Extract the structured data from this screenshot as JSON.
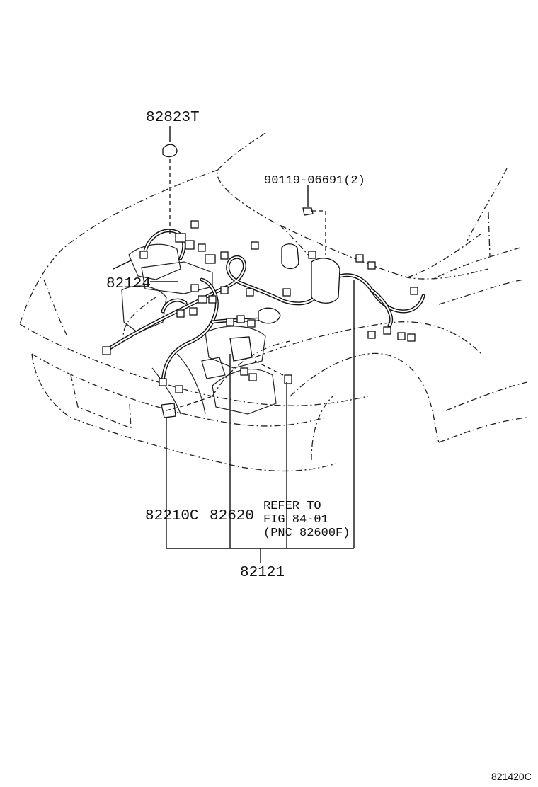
{
  "labels": {
    "clip_top": "82823T",
    "bolt": "90119-06691(2)",
    "clamp": "82124",
    "relay": "82210C",
    "fuse_block": "82620",
    "refer_line1": "REFER TO",
    "refer_line2": "FIG 84-01",
    "refer_line3": "(PNC 82600F)",
    "harness": "82121",
    "figure_code": "821420C"
  }
}
